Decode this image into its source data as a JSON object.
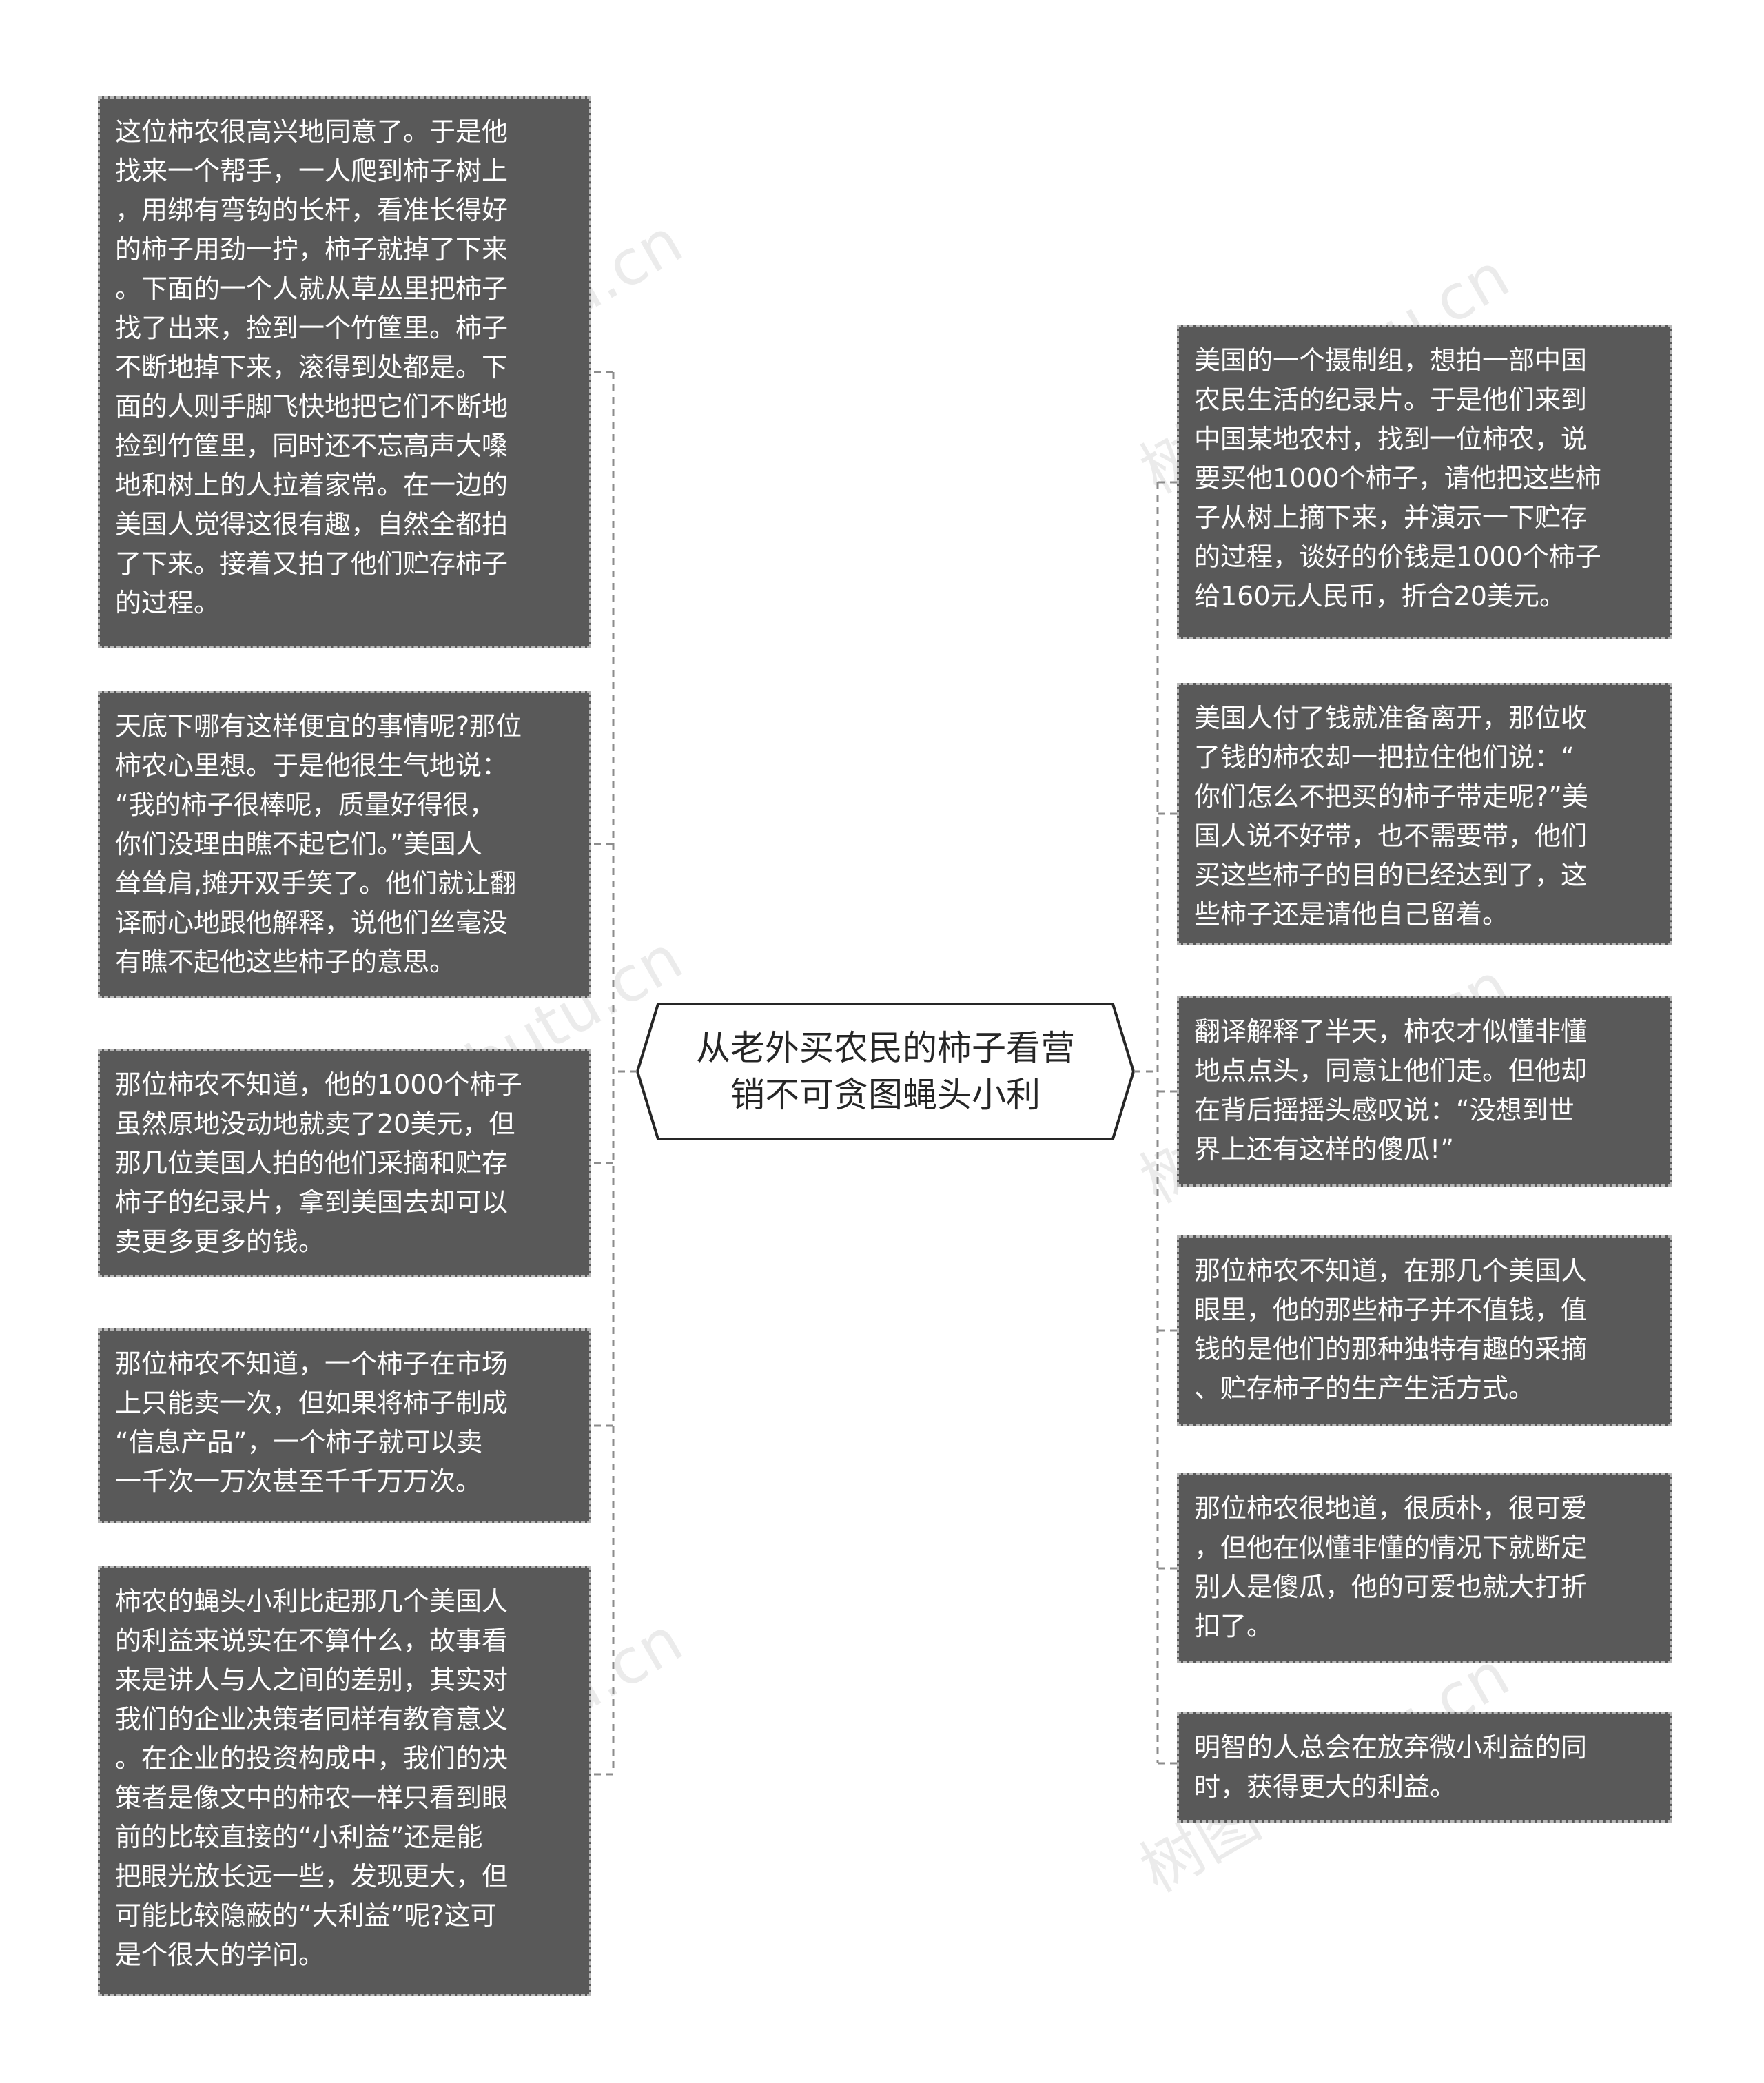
{
  "center": {
    "title": "从老外买农民的柿子看营\n销不可贪图蝇头小利"
  },
  "watermarks": [
    "树图 shutu.cn",
    "树图 shutu.cn",
    "树图 shutu.cn",
    "树图 shutu.cn",
    "树图 shutu.cn",
    "树图 shutu.cn"
  ],
  "left_nodes": [
    {
      "text": "这位柿农很高兴地同意了。于是他\n找来一个帮手，一人爬到柿子树上\n，用绑有弯钩的长杆，看准长得好\n的柿子用劲一拧，柿子就掉了下来\n。下面的一个人就从草丛里把柿子\n找了出来，捡到一个竹筐里。柿子\n不断地掉下来，滚得到处都是。下\n面的人则手脚飞快地把它们不断地\n捡到竹筐里，同时还不忘高声大嗓\n地和树上的人拉着家常。在一边的\n美国人觉得这很有趣，自然全都拍\n了下来。接着又拍了他们贮存柿子\n的过程。"
    },
    {
      "text": "天底下哪有这样便宜的事情呢?那位\n柿农心里想。于是他很生气地说：\n“我的柿子很棒呢，质量好得很，\n你们没理由瞧不起它们。”美国人\n耸耸肩,摊开双手笑了。他们就让翻\n译耐心地跟他解释，说他们丝毫没\n有瞧不起他这些柿子的意思。"
    },
    {
      "text": "那位柿农不知道，他的1000个柿子\n虽然原地没动地就卖了20美元，但\n那几位美国人拍的他们采摘和贮存\n柿子的纪录片，拿到美国去却可以\n卖更多更多的钱。"
    },
    {
      "text": "那位柿农不知道，一个柿子在市场\n上只能卖一次，但如果将柿子制成\n“信息产品”，一个柿子就可以卖\n一千次一万次甚至千千万万次。"
    },
    {
      "text": "柿农的蝇头小利比起那几个美国人\n的利益来说实在不算什么，故事看\n来是讲人与人之间的差别，其实对\n我们的企业决策者同样有教育意义\n。在企业的投资构成中，我们的决\n策者是像文中的柿农一样只看到眼\n前的比较直接的“小利益”还是能\n把眼光放长远一些，发现更大，但\n可能比较隐蔽的“大利益”呢?这可\n是个很大的学问。"
    }
  ],
  "right_nodes": [
    {
      "text": "美国的一个摄制组，想拍一部中国\n农民生活的纪录片。于是他们来到\n中国某地农村，找到一位柿农，说\n要买他1000个柿子，请他把这些柿\n子从树上摘下来，并演示一下贮存\n的过程，谈好的价钱是1000个柿子\n给160元人民币，折合20美元。"
    },
    {
      "text": "美国人付了钱就准备离开，那位收\n了钱的柿农却一把拉住他们说：“\n你们怎么不把买的柿子带走呢?”美\n国人说不好带，也不需要带，他们\n买这些柿子的目的已经达到了，这\n些柿子还是请他自己留着。"
    },
    {
      "text": "翻译解释了半天，柿农才似懂非懂\n地点点头，同意让他们走。但他却\n在背后摇摇头感叹说：“没想到世\n界上还有这样的傻瓜!”"
    },
    {
      "text": "那位柿农不知道，在那几个美国人\n眼里，他的那些柿子并不值钱，值\n钱的是他们的那种独特有趣的采摘\n、贮存柿子的生产生活方式。"
    },
    {
      "text": "那位柿农很地道，很质朴，很可爱\n，但他在似懂非懂的情况下就断定\n别人是傻瓜，他的可爱也就大打折\n扣了。"
    },
    {
      "text": "明智的人总会在放弃微小利益的同\n时，获得更大的利益。"
    }
  ],
  "colors": {
    "node_fill": "#595959",
    "node_border": "#b8b8b8",
    "node_text": "#ffffff",
    "center_border": "#262626",
    "connector": "#8c8c8c"
  }
}
